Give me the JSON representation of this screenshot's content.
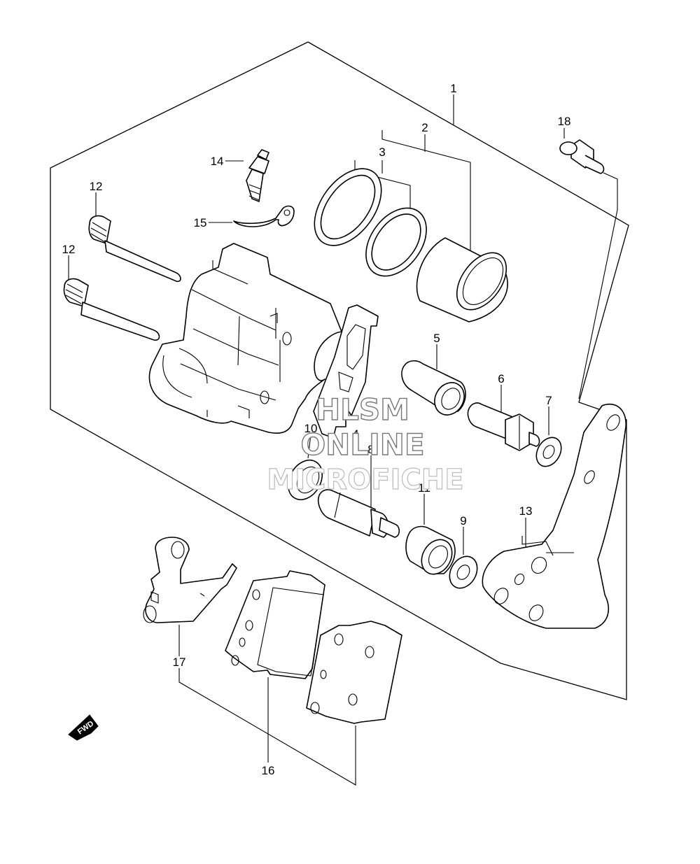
{
  "callouts": {
    "c1": "1",
    "c2": "2",
    "c3": "3",
    "c4": "4",
    "c5": "5",
    "c6": "6",
    "c7": "7",
    "c8": "8",
    "c9": "9",
    "c10": "10",
    "c11": "11",
    "c12a": "12",
    "c12b": "12",
    "c13": "13",
    "c14": "14",
    "c15": "15",
    "c16": "16",
    "c17": "17",
    "c18": "18"
  },
  "watermark": {
    "line1": "HLSM",
    "line2": "ONLINE",
    "line3": "MICROFICHE"
  },
  "direction_badge": {
    "text": "FWD",
    "icon": "arrow-left-icon"
  }
}
